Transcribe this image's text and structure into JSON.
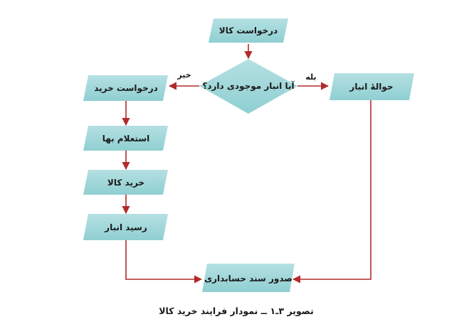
{
  "colors": {
    "node_fill": "#a8d9db",
    "node_fill_dark": "#7cc3c7",
    "edge": "#b22a2a",
    "text": "#1a1a1a"
  },
  "nodes": {
    "request_goods": "درخواست کالا",
    "decision": "آیا انبار موجودی دارد؟",
    "warehouse_order": "حوالهٔ انبار",
    "purchase_request": "درخواست خرید",
    "price_inquiry": "استعلام بها",
    "buy_goods": "خرید کالا",
    "warehouse_receipt": "رسید انبار",
    "accounting_doc": "صدور سند حسابداری"
  },
  "edge_labels": {
    "yes": "بله",
    "no": "خیر"
  },
  "caption": "تصویر ۳ـ۱ ــ نمودار فرایند خرید کالا"
}
